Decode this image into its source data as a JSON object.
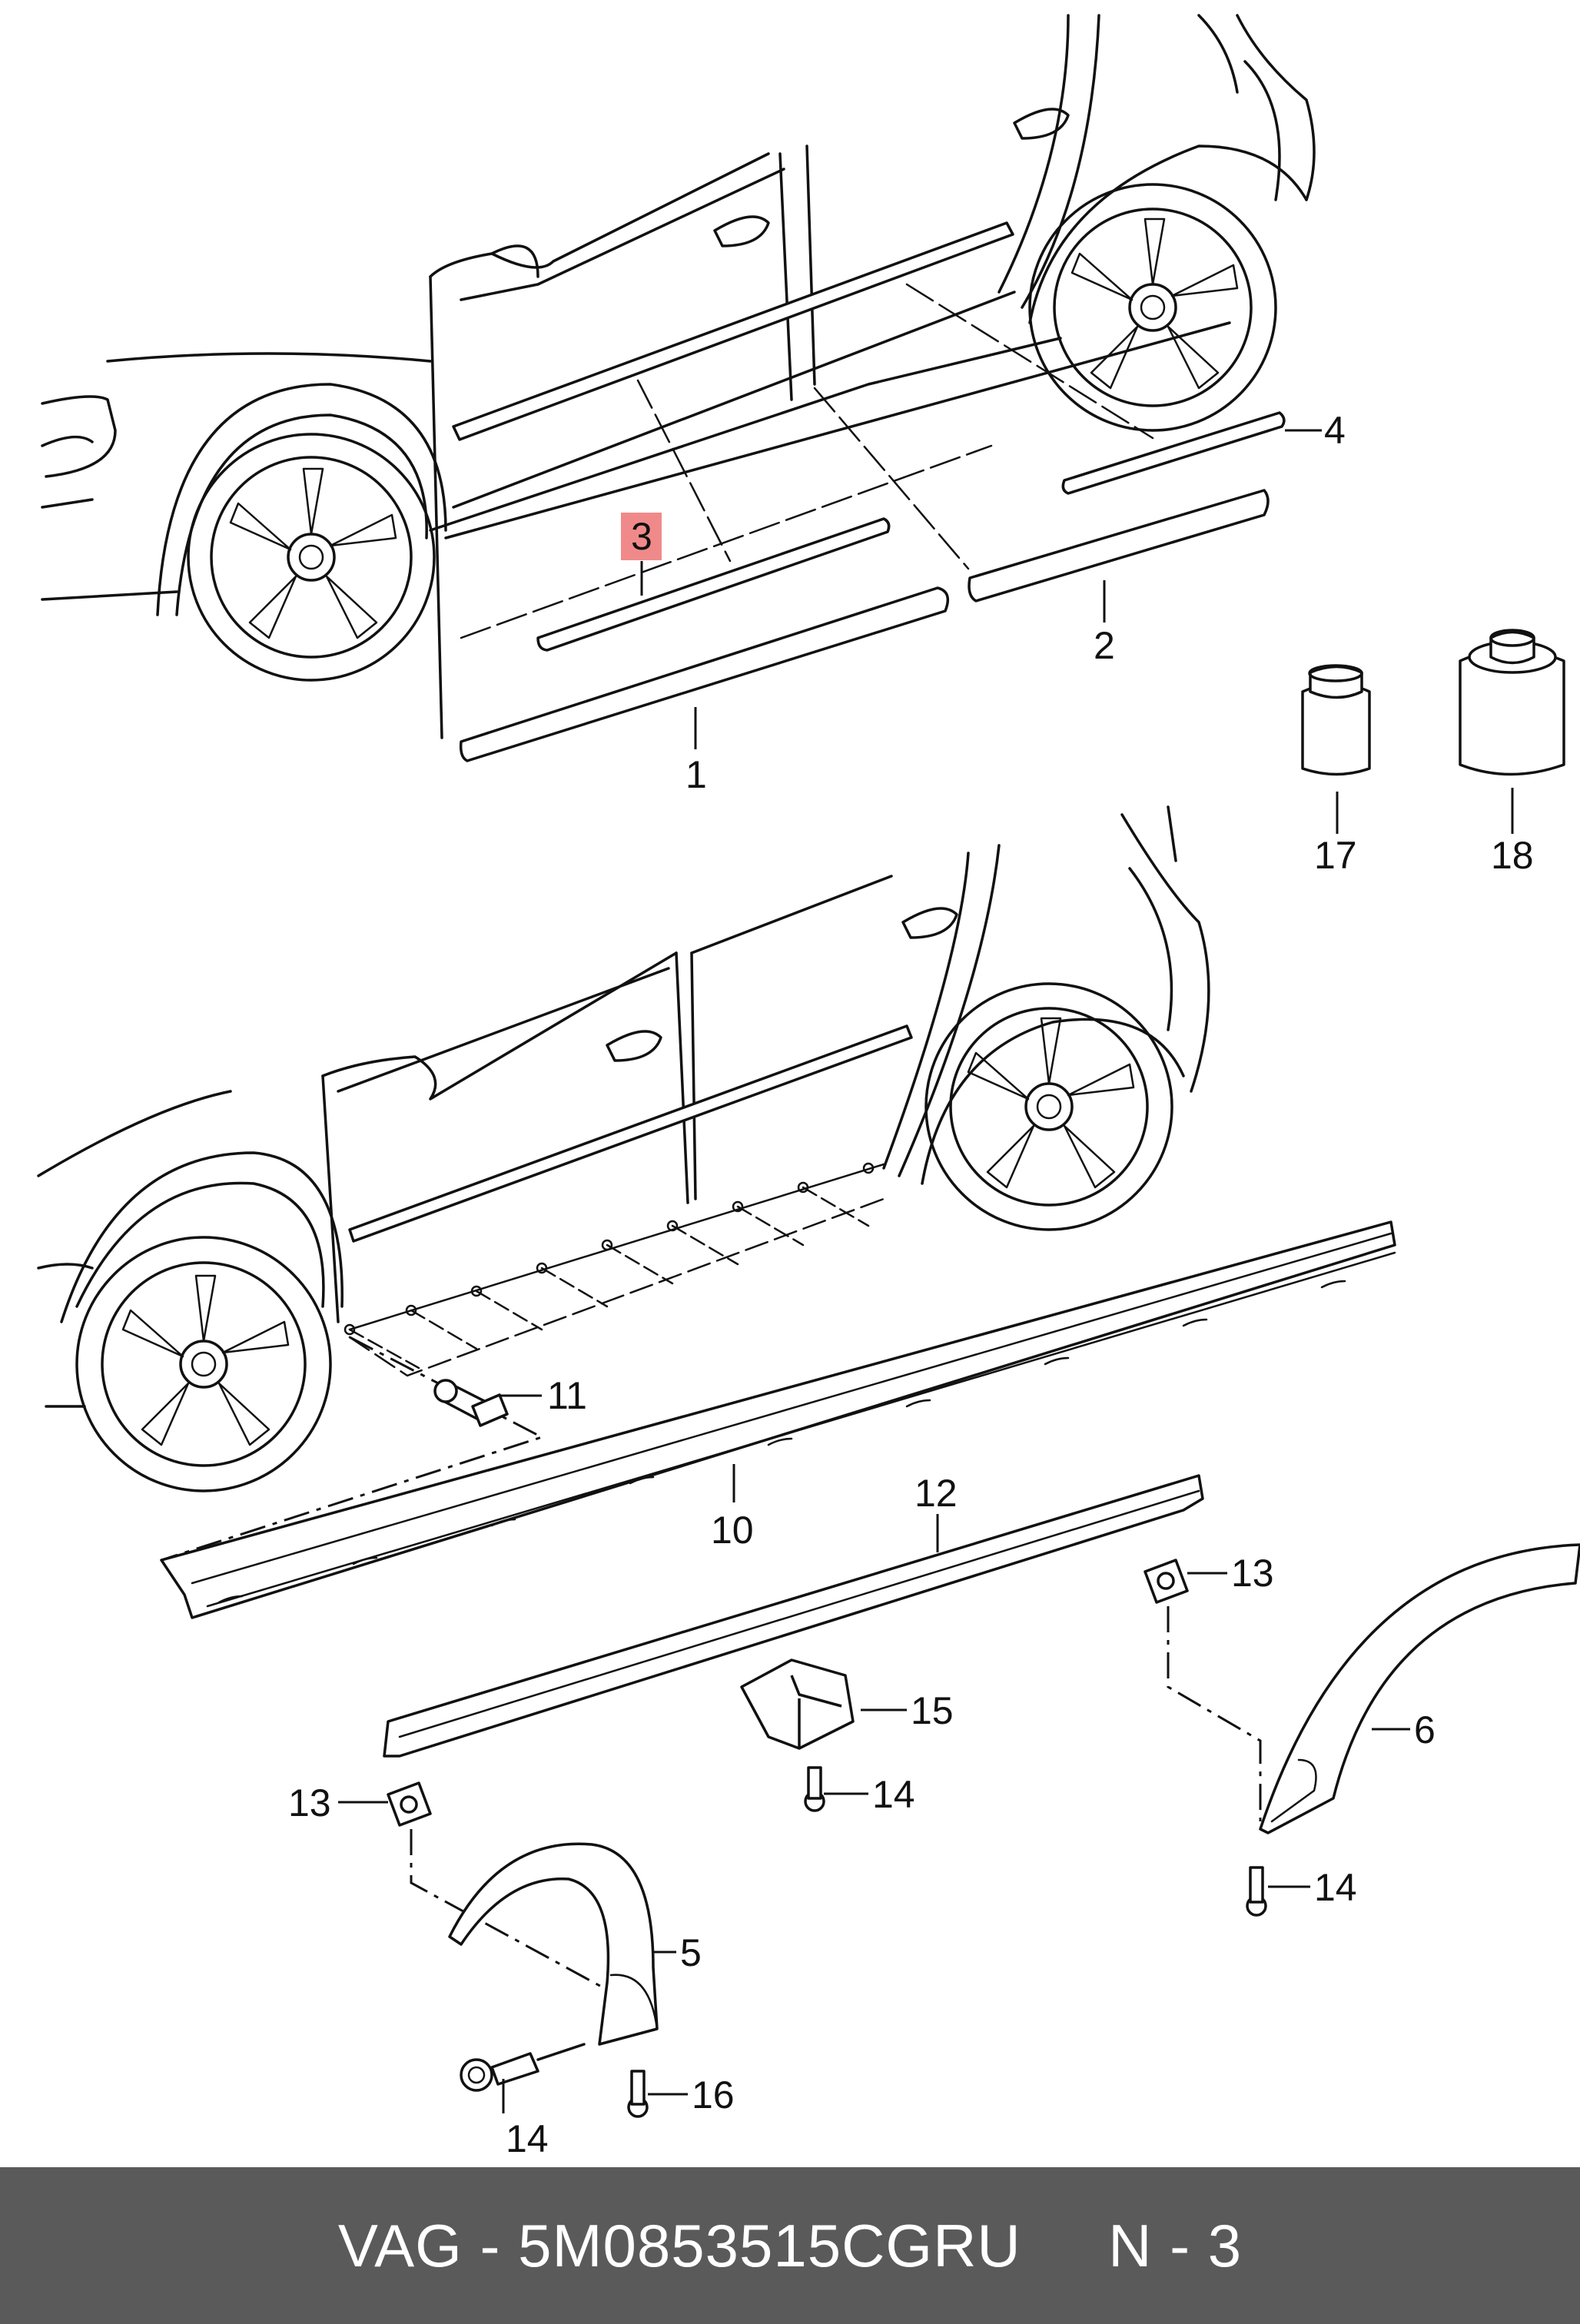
{
  "callouts": {
    "c1": "1",
    "c2": "2",
    "c3": "3",
    "c4": "4",
    "c5": "5",
    "c6": "6",
    "c10": "10",
    "c11": "11",
    "c12": "12",
    "c13a": "13",
    "c13b": "13",
    "c14a": "14",
    "c14b": "14",
    "c14c": "14",
    "c15": "15",
    "c16": "16",
    "c17": "17",
    "c18": "18"
  },
  "highlight_color": "#f08a8a",
  "footer": {
    "text": "VAG - 5M0853515CGRU     N - 3"
  }
}
